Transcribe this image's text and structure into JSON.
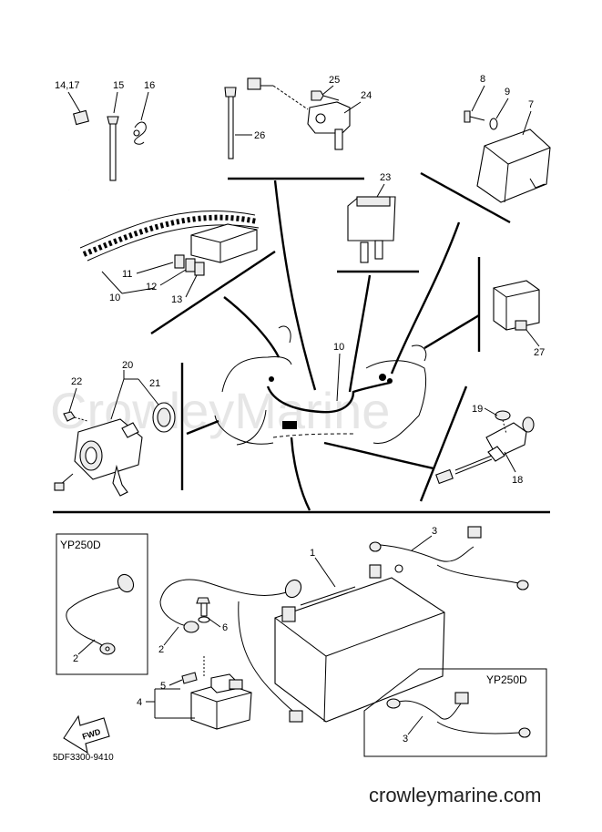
{
  "diagram": {
    "watermark": "CrowleyMarine",
    "footer_code": "5DF3300-9410",
    "site": "crowleymarine.com",
    "fwd_label": "FWD",
    "insets": [
      {
        "label": "YP250D"
      },
      {
        "label": "YP250D"
      }
    ],
    "callouts": {
      "c14_17": "14,17",
      "c15": "15",
      "c16": "16",
      "c26": "26",
      "c25": "25",
      "c24": "24",
      "c8": "8",
      "c9": "9",
      "c7": "7",
      "c23": "23",
      "c11": "11",
      "c12": "12",
      "c13": "13",
      "c10a": "10",
      "c10b": "10",
      "c27": "27",
      "c20": "20",
      "c22": "22",
      "c21": "21",
      "c19": "19",
      "c18": "18",
      "c3a": "3",
      "c1": "1",
      "c2a": "2",
      "c6": "6",
      "c2b": "2",
      "c5": "5",
      "c4": "4",
      "c3b": "3"
    }
  }
}
